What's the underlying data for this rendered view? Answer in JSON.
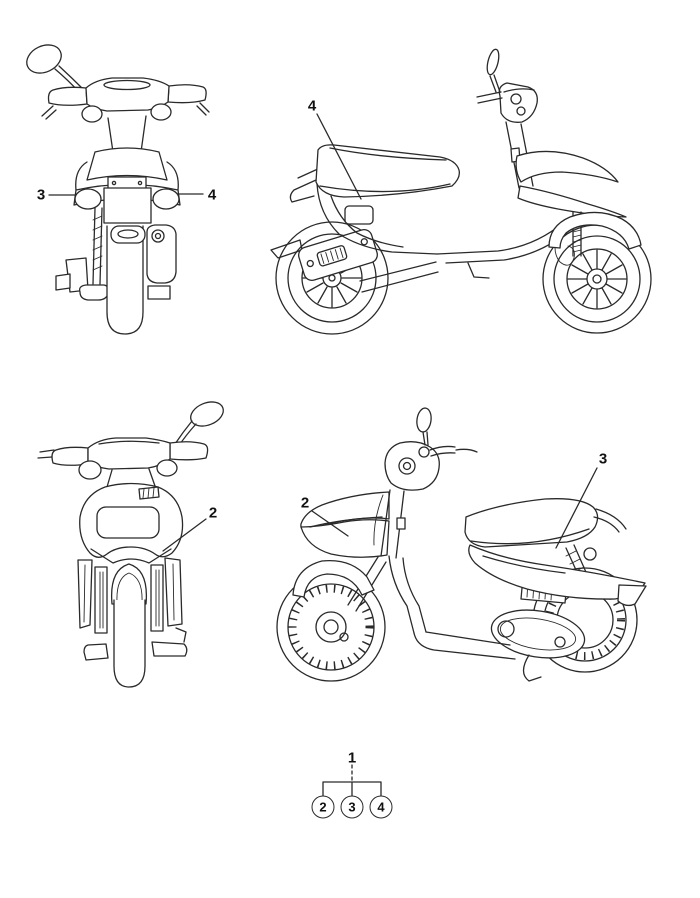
{
  "page": {
    "background_color": "#ffffff",
    "line_color": "#2a2a2a",
    "label_color": "#111111"
  },
  "callouts": {
    "rear_view": [
      {
        "label": "3"
      },
      {
        "label": "4"
      }
    ],
    "side_view_right": [
      {
        "label": "4"
      }
    ],
    "front_view": [
      {
        "label": "2"
      }
    ],
    "side_view_left": [
      {
        "label": "2"
      },
      {
        "label": "3"
      }
    ]
  },
  "legend": {
    "parent_label": "1",
    "items": [
      {
        "label": "2"
      },
      {
        "label": "3"
      },
      {
        "label": "4"
      }
    ]
  }
}
